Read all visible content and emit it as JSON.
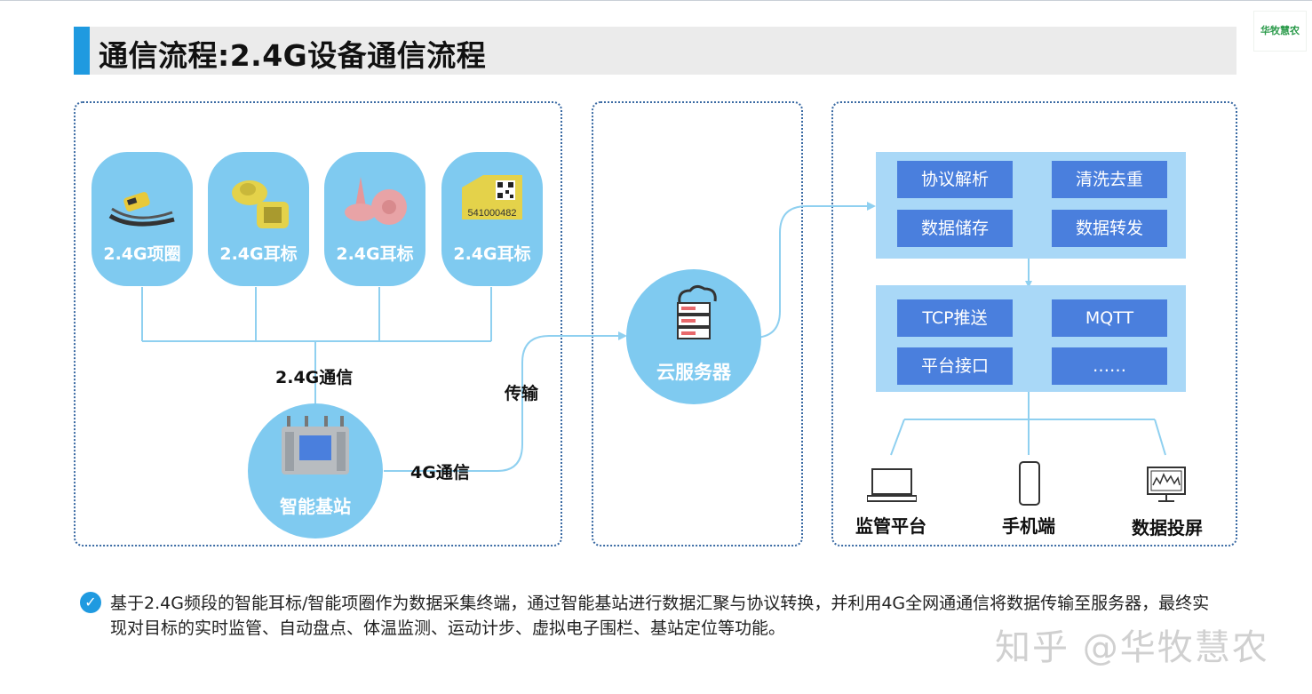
{
  "title": "通信流程:2.4G设备通信流程",
  "logo_text": "华牧慧农",
  "devices": [
    {
      "label": "2.4G项圈",
      "icon": "collar-icon"
    },
    {
      "label": "2.4G耳标",
      "icon": "ear-tag-icon"
    },
    {
      "label": "2.4G耳标",
      "icon": "ear-tag-icon"
    },
    {
      "label": "2.4G耳标",
      "icon": "ear-tag-icon",
      "tag_number": "541000482"
    }
  ],
  "flows": {
    "device_link": "2.4G通信",
    "base_station_link": "4G通信",
    "transmit": "传输"
  },
  "base_station": {
    "label": "智能基站"
  },
  "cloud": {
    "label": "云服务器"
  },
  "processing": [
    "协议解析",
    "清洗去重",
    "数据储存",
    "数据转发"
  ],
  "outputs": [
    "TCP推送",
    "MQTT",
    "平台接口",
    "……"
  ],
  "endpoints": [
    "监管平台",
    "手机端",
    "数据投屏"
  ],
  "note": "基于2.4G频段的智能耳标/智能项圈作为数据采集终端，通过智能基站进行数据汇聚与协议转换，并利用4G全网通通信将数据传输至服务器，最终实现对目标的实时监管、自动盘点、体温监测、运动计步、虚拟电子围栏、基站定位等功能。",
  "watermark": "知乎 @华牧慧农",
  "colors": {
    "accent": "#1f9ae0",
    "bubble": "#7fcaf0",
    "block": "#a9d8f7",
    "tag": "#4a7fdd",
    "line": "#8fd0f0",
    "panel_border": "#3a6aa3"
  }
}
